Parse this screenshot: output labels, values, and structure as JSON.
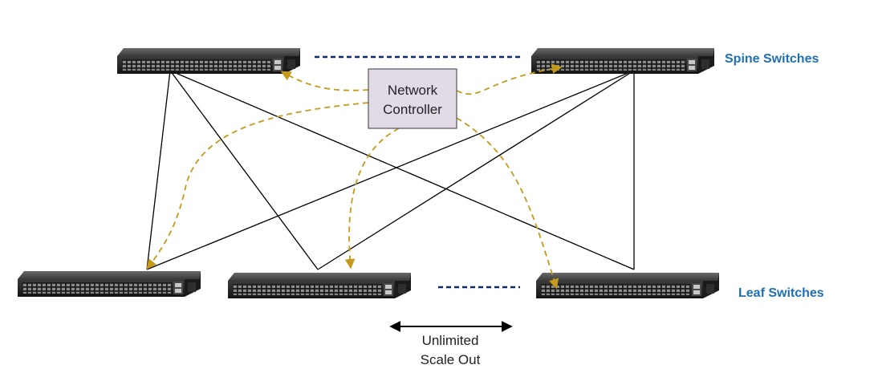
{
  "labels": {
    "spine": "Spine Switches",
    "leaf": "Leaf Switches",
    "controller_line1": "Network",
    "controller_line2": "Controller",
    "scale_line1": "Unlimited",
    "scale_line2": "Scale Out"
  },
  "colors": {
    "label_blue": "#1f6fb5",
    "dashed_link": "#0d2a66",
    "control_arrow": "#c49a1a",
    "controller_fill": "#e3dae8",
    "controller_border": "#555555",
    "link": "#000000",
    "switch_body": "#2b2b2b"
  },
  "switches": {
    "spine": [
      "spine-switch-1",
      "spine-switch-2"
    ],
    "leaf": [
      "leaf-switch-1",
      "leaf-switch-2",
      "leaf-switch-3"
    ]
  }
}
